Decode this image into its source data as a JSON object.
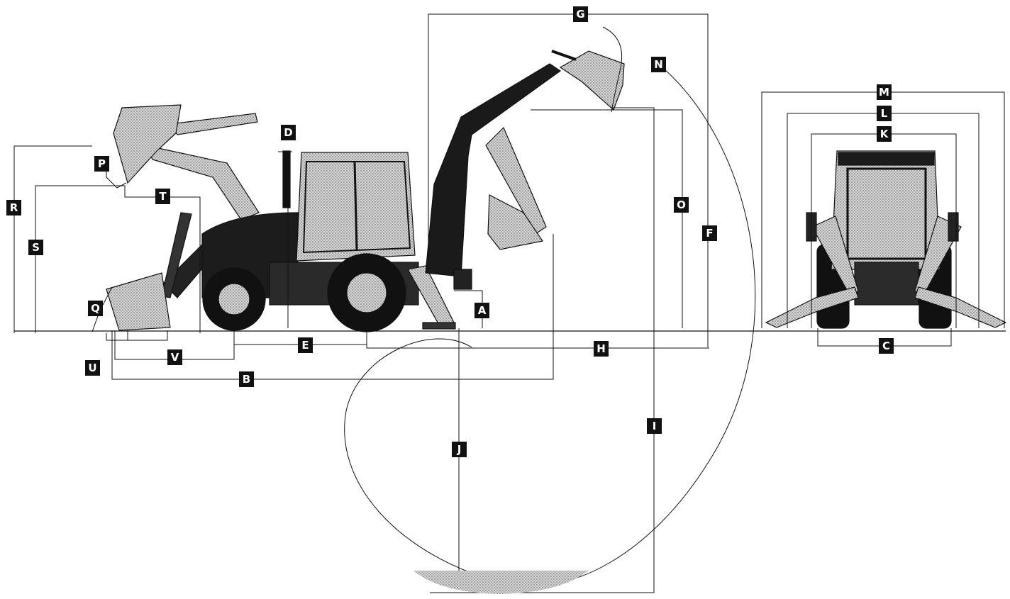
{
  "labels": {
    "A": "A",
    "B": "B",
    "C": "C",
    "D": "D",
    "E": "E",
    "F": "F",
    "G": "G",
    "H": "H",
    "I": "I",
    "J": "J",
    "K": "K",
    "L": "L",
    "M": "M",
    "N": "N",
    "O": "O",
    "P": "P",
    "Q": "Q",
    "R": "R",
    "S": "S",
    "T": "T",
    "U": "U",
    "V": "V"
  },
  "colors": {
    "line": "#111111",
    "label_bg": "#111111",
    "label_text": "#ffffff",
    "shade": "#9a9a9a",
    "body": "#222222"
  }
}
